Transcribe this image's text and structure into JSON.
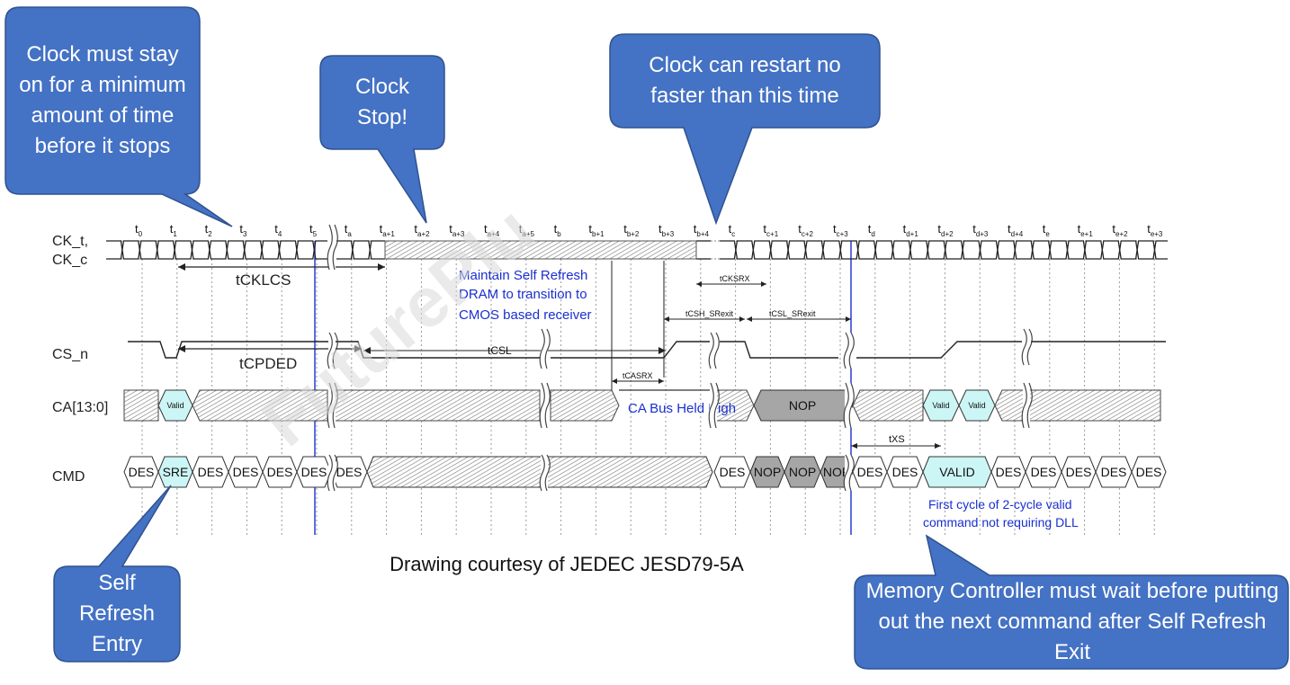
{
  "callouts": {
    "clock_min_time": "Clock must stay on for a minimum amount of time before it stops",
    "clock_stop": "Clock Stop!",
    "clock_restart": "Clock can restart no faster than this time",
    "self_refresh_entry": "Self Refresh Entry",
    "mc_wait": "Memory Controller must wait before putting out the next command after Self Refresh Exit"
  },
  "caption": "Drawing courtesy of JEDEC JESD79-5A",
  "watermark": "FuturePlu",
  "signals": {
    "ck_t": "CK_t,",
    "ck_c": "CK_c",
    "cs_n": "CS_n",
    "ca": "CA[13:0]",
    "cmd": "CMD"
  },
  "ticks": [
    {
      "base": "t",
      "sub": "0"
    },
    {
      "base": "t",
      "sub": "1"
    },
    {
      "base": "t",
      "sub": "2"
    },
    {
      "base": "t",
      "sub": "3"
    },
    {
      "base": "t",
      "sub": "4"
    },
    {
      "base": "t",
      "sub": "5"
    },
    {
      "base": "t",
      "sub": "a"
    },
    {
      "base": "t",
      "sub": "a+1"
    },
    {
      "base": "t",
      "sub": "a+2"
    },
    {
      "base": "t",
      "sub": "a+3"
    },
    {
      "base": "t",
      "sub": "a+4"
    },
    {
      "base": "t",
      "sub": "a+5"
    },
    {
      "base": "t",
      "sub": "b"
    },
    {
      "base": "t",
      "sub": "b+1"
    },
    {
      "base": "t",
      "sub": "b+2"
    },
    {
      "base": "t",
      "sub": "b+3"
    },
    {
      "base": "t",
      "sub": "b+4"
    },
    {
      "base": "t",
      "sub": "c"
    },
    {
      "base": "t",
      "sub": "c+1"
    },
    {
      "base": "t",
      "sub": "c+2"
    },
    {
      "base": "t",
      "sub": "c+3"
    },
    {
      "base": "t",
      "sub": "d"
    },
    {
      "base": "t",
      "sub": "d+1"
    },
    {
      "base": "t",
      "sub": "d+2"
    },
    {
      "base": "t",
      "sub": "d+3"
    },
    {
      "base": "t",
      "sub": "d+4"
    },
    {
      "base": "t",
      "sub": "e"
    },
    {
      "base": "t",
      "sub": "e+1"
    },
    {
      "base": "t",
      "sub": "e+2"
    },
    {
      "base": "t",
      "sub": "e+3"
    }
  ],
  "timings": {
    "tcklcs": "tCKLCS",
    "tcpded": "tCPDED",
    "tcsl": "tCSL",
    "tcksrx": "tCKSRX",
    "tcsh_srexit": "tCSH_SRexit",
    "tcsl_srexit": "tCSL_SRexit",
    "tcasrx": "tCASRX",
    "txs": "tXS"
  },
  "notes": {
    "maintain_sr": [
      "Maintain Self Refresh",
      "DRAM to transition to",
      "CMOS based receiver"
    ],
    "ca_held_high": "CA Bus Held High",
    "first_cycle": [
      "First cycle of 2-cycle valid",
      "command not requiring DLL"
    ]
  },
  "ca_labels": {
    "valid": "Valid",
    "nop": "NOP"
  },
  "cmd_labels": {
    "des": "DES",
    "sre": "SRE",
    "nop": "NOP",
    "valid": "VALID"
  },
  "colors": {
    "callout_fill": "#4472c4",
    "callout_stroke": "#2f528f",
    "cyan_cell": "#ccf5f5",
    "gray_cell": "#a6a6a6",
    "blue_marker": "#1a2fcf"
  }
}
